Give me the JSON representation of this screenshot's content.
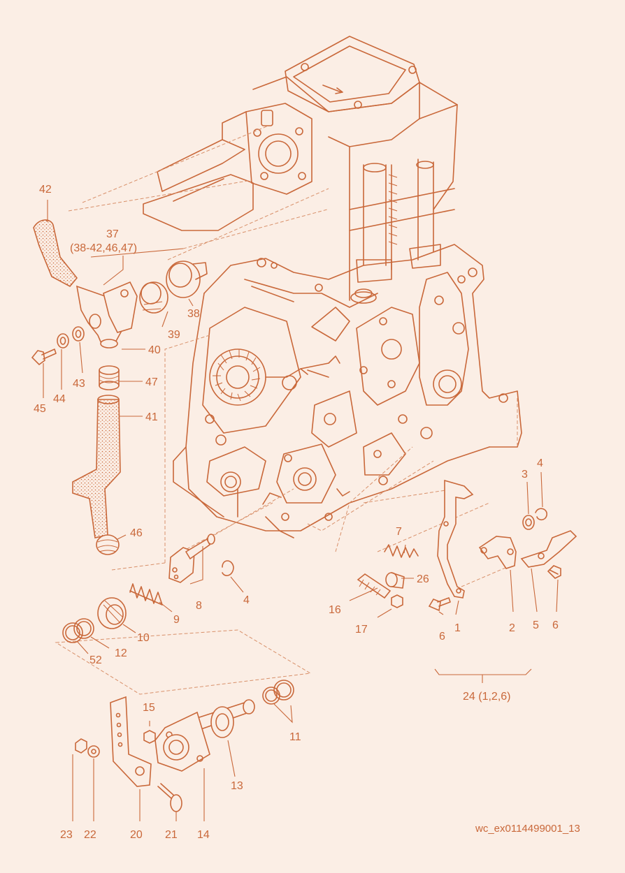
{
  "drawing_code": "wc_ex0114499001_13",
  "labels": {
    "p1": "1",
    "p2": "2",
    "p3": "3",
    "p4a": "4",
    "p4b": "4",
    "p5": "5",
    "p6a": "6",
    "p6b": "6",
    "p7": "7",
    "p8": "8",
    "p9": "9",
    "p10": "10",
    "p11": "11",
    "p12": "12",
    "p13": "13",
    "p14": "14",
    "p15": "15",
    "p16": "16",
    "p17": "17",
    "p20": "20",
    "p21": "21",
    "p22": "22",
    "p23": "23",
    "p26": "26",
    "p37": "37",
    "p37sub": "(38-42,46,47)",
    "p38": "38",
    "p39": "39",
    "p40": "40",
    "p41": "41",
    "p42": "42",
    "p43": "43",
    "p44": "44",
    "p45": "45",
    "p46": "46",
    "p47": "47",
    "p52": "52",
    "p24": "24 (1,2,6)"
  },
  "colors": {
    "line": "#c9683a",
    "background": "#fbeee5"
  }
}
